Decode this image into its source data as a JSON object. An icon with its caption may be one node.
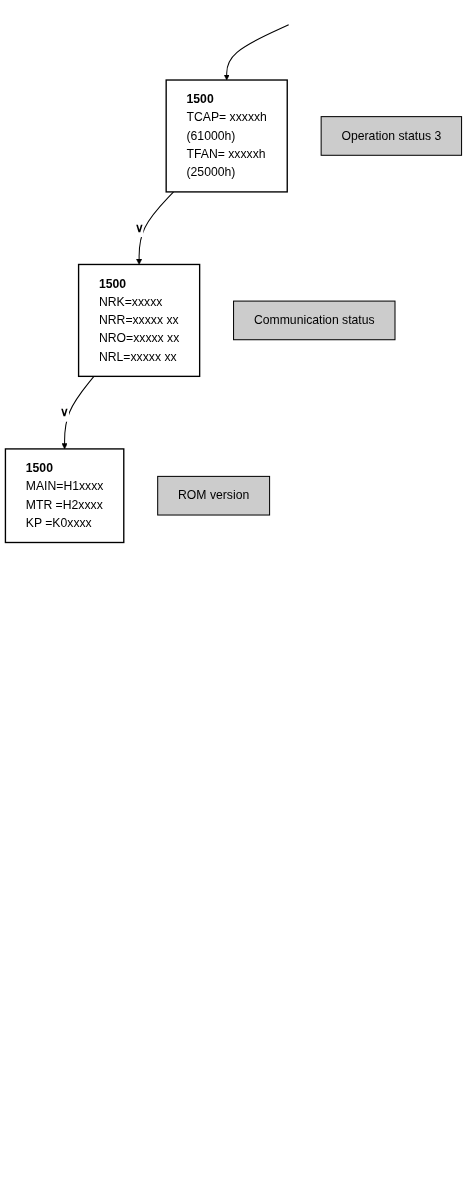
{
  "diagram": {
    "nodes": [
      {
        "text": [
          "1500",
          "TCAP= xxxxxh",
          "(61000h)",
          "TFAN= xxxxxh",
          "(25000h)"
        ]
      },
      {
        "text": [
          "Operation status 3"
        ]
      },
      {
        "text": [
          "1500",
          "NRK=xxxxx",
          "NRR=xxxxx xx",
          "NRO=xxxxx xx",
          "NRL=xxxxx xx"
        ]
      },
      {
        "text": [
          "Communication status"
        ]
      },
      {
        "text": [
          "1500",
          "MAIN=H1xxxx",
          "MTR =H2xxxx",
          "KP =K0xxxx"
        ]
      },
      {
        "text": [
          "ROM version"
        ]
      }
    ],
    "edges": [
      {
        "from": null,
        "to": 0,
        "arrow": "to"
      },
      {
        "from": 0,
        "to": 2,
        "arrow": "to",
        "label": "∨"
      },
      {
        "from": 2,
        "to": 4,
        "arrow": "to",
        "label": "∨"
      }
    ]
  }
}
